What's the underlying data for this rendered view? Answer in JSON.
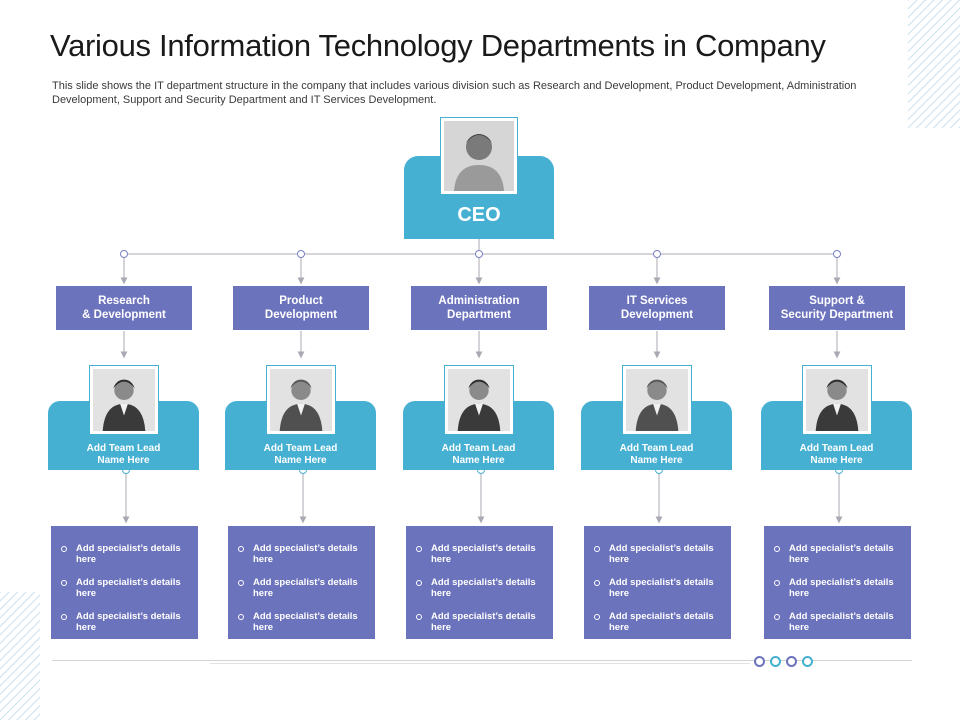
{
  "title": "Various Information Technology Departments in Company",
  "subtitle": "This slide shows the IT department structure in the company that includes various division such as Research and Development, Product Development, Administration Development, Support and Security Department and IT Services Development.",
  "ceo": {
    "label": "CEO"
  },
  "colors": {
    "accent_blue": "#46b0d3",
    "accent_purple": "#6c73bd",
    "connector": "#a9a9b3"
  },
  "departments": [
    {
      "name": "Research\n& Development",
      "lead": "Add Team Lead\nName Here",
      "specialists": [
        "Add specialist’s details here",
        "Add specialist’s details here",
        "Add specialist’s details here"
      ]
    },
    {
      "name": "Product\nDevelopment",
      "lead": "Add Team Lead\nName Here",
      "specialists": [
        "Add specialist’s details here",
        "Add specialist’s details here",
        "Add specialist’s details here"
      ]
    },
    {
      "name": "Administration\nDepartment",
      "lead": "Add Team Lead\nName Here",
      "specialists": [
        "Add specialist’s details here",
        "Add specialist’s details here",
        "Add specialist’s details here"
      ]
    },
    {
      "name": "IT Services\nDevelopment",
      "lead": "Add Team Lead\nName Here",
      "specialists": [
        "Add specialist’s details here",
        "Add specialist’s details here",
        "Add specialist’s details here"
      ]
    },
    {
      "name": "Support &\nSecurity Department",
      "lead": "Add Team Lead\nName Here",
      "specialists": [
        "Add specialist’s details here",
        "Add specialist’s details here",
        "Add specialist’s details here"
      ]
    }
  ],
  "footer_dots": [
    "#6c73bd",
    "#46b0d3",
    "#6c73bd",
    "#46b0d3"
  ]
}
